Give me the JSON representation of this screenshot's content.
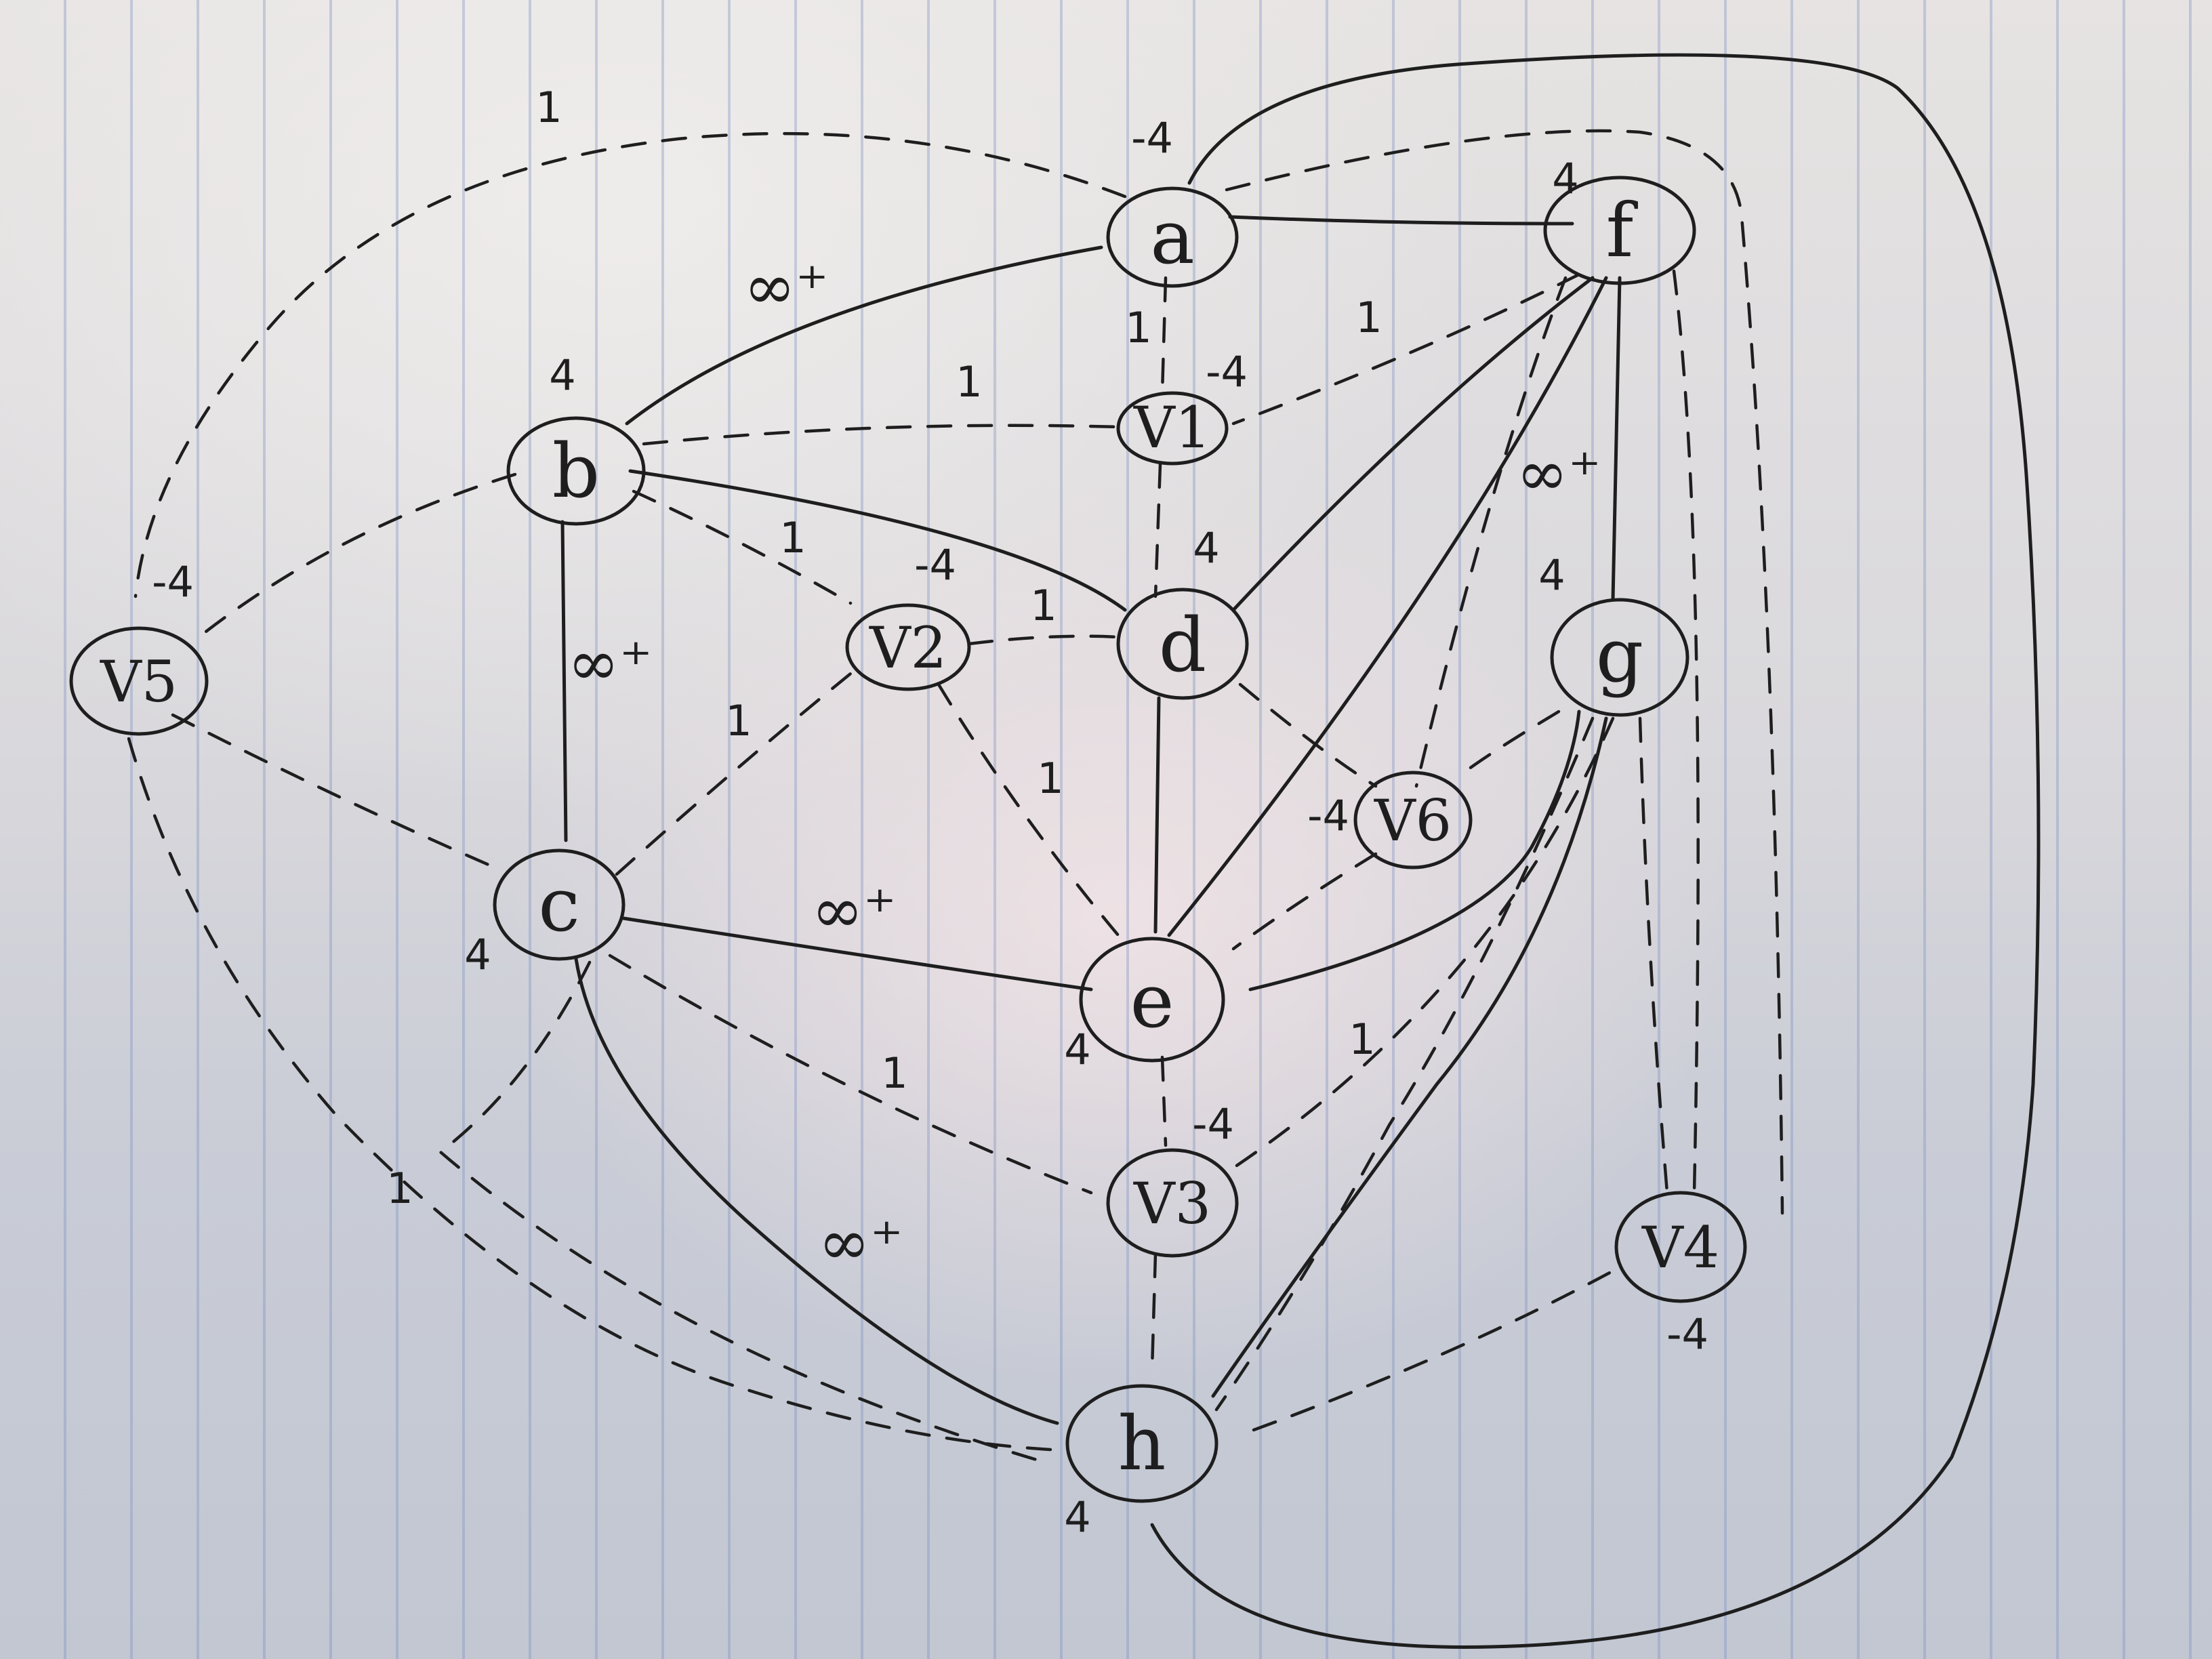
{
  "nodes": {
    "a": "a",
    "b": "b",
    "c": "c",
    "d": "d",
    "e": "e",
    "f": "f",
    "g": "g",
    "h": "h",
    "v1": "V1",
    "v2": "V2",
    "v3": "V3",
    "v4": "V4",
    "v5": "V5",
    "v6": "V6"
  },
  "node_weights": {
    "a": "-4",
    "b": "4",
    "c": "4",
    "d": "4",
    "e": "4",
    "f": "4",
    "g": "4",
    "h": "4",
    "v1": "-4",
    "v2": "-4",
    "v3": "-4",
    "v4": "-4",
    "v5": "-4",
    "v6": "-4"
  },
  "edge_weights": {
    "a_b": "∞⁺",
    "b_c": "∞⁺",
    "c_e": "∞⁺",
    "c_h": "∞⁺",
    "f_g": "∞⁺",
    "a_v1": "1",
    "b_v1": "1",
    "f_v1": "1",
    "b_v2": "1",
    "v2_d": "1",
    "c_v2": "1",
    "v2_e": "1",
    "c_v3": "1",
    "g_v3": "1",
    "a_v5": "1",
    "h_v5": "1"
  },
  "colors": {
    "ink": "#1e1e1e",
    "paper": "#e3e1e2",
    "rule": "#8a9acb"
  }
}
